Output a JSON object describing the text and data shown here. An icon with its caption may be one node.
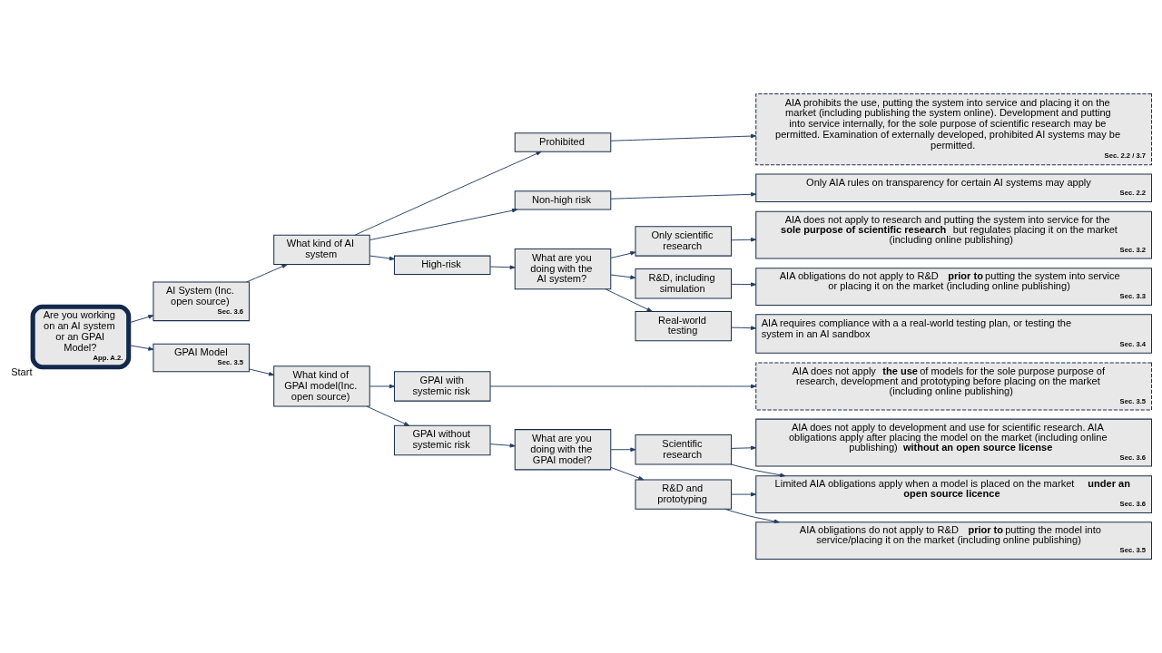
{
  "diagram": {
    "nodes": [
      {
        "text": [
          "What kind of AI system"
        ]
      },
      {
        "text": [
          "AI System (Inc. open source)",
          "Sec. 3.6"
        ]
      },
      {
        "text": [
          "Are you working on an AI system or an GPAI Model?",
          "App. A.2."
        ],
        "beside": [
          "Start"
        ]
      },
      {
        "text": [
          "GPAI Model",
          "Sec. 3.5"
        ]
      },
      {
        "text": [
          "What kind of GPAI model(Inc. open source)"
        ]
      },
      {
        "text": [
          "Prohibited"
        ]
      },
      {
        "text": [
          "Non-high risk"
        ]
      },
      {
        "text": [
          "High-risk"
        ]
      },
      {
        "text": [
          "GPAI with systemic risk"
        ]
      },
      {
        "text": [
          "GPAI without systemic risk"
        ]
      },
      {
        "text": [
          "What are you doing with the AI system?"
        ]
      },
      {
        "text": [
          "What are you doing with the GPAI model?"
        ]
      },
      {
        "text": [
          "Only scientific research"
        ]
      },
      {
        "text": [
          "R&D, including simulation"
        ]
      },
      {
        "text": [
          "Real-world testing"
        ]
      },
      {
        "text": [
          "Scientific research"
        ]
      },
      {
        "text": [
          "R&D and prototyping"
        ]
      },
      {
        "text": [
          "AIA prohibits the use, putting the system into service and placing it on the market (including publishing the system online). Development and putting into service internally, for the sole purpose of scientific research may be permitted. Examination of externally developed, prohibited AI systems may be permitted.",
          "Sec. 2.2 / 3.7"
        ]
      },
      {
        "text": [
          "Only AIA rules on transparency for certain AI systems may apply",
          "Sec. 2.2"
        ]
      },
      {
        "text": [
          "AIA does not apply to research and putting the system into service for the **sole purpose of scientific research** but regulates placing it on the market (including online publishing)",
          "Sec. 3.2"
        ]
      },
      {
        "text": [
          "AIA obligations do not apply to R&D **prior to** putting the system into service or placing it on the market (including online publishing)",
          "Sec. 3.3"
        ]
      },
      {
        "text": [
          "AIA requires compliance with a a real-world testing plan, or testing the system in an AI sandbox",
          "Sec. 3.4"
        ]
      },
      {
        "text": [
          "AIA does not apply **the use** of models for the sole purpose purpose of research, development and prototyping before placing on the market (including online publishing)",
          "Sec. 3.5"
        ]
      },
      {
        "text": [
          "AIA does not apply to development and use for scientific research. AIA obligations apply after placing the model on the market (including online publishing) **without an open source license**",
          "Sec. 3.6"
        ]
      },
      {
        "text": [
          "Limited AIA obligations apply when a model is placed on the market **under an open source licence**",
          "Sec. 3.6"
        ]
      },
      {
        "text": [
          "AIA obligations do not apply to R&D **prior to** putting the model into service/placing it on the market (including online publishing)",
          "Sec. 3.5"
        ]
      }
    ],
    "edges": [
      {
        "from": 2,
        "to": 1,
        "arrow": "to"
      },
      {
        "from": 1,
        "to": 0,
        "arrow": "to"
      },
      {
        "from": 2,
        "to": 3,
        "arrow": "to"
      },
      {
        "from": 3,
        "to": 4,
        "arrow": "to"
      },
      {
        "from": 0,
        "to": 5,
        "arrow": "to"
      },
      {
        "from": 0,
        "to": 6,
        "arrow": "to"
      },
      {
        "from": 0,
        "to": 7,
        "arrow": "to"
      },
      {
        "from": 4,
        "to": 8,
        "arrow": "to"
      },
      {
        "from": 4,
        "to": 9,
        "arrow": "to"
      },
      {
        "from": 5,
        "to": 17,
        "arrow": "to"
      },
      {
        "from": 6,
        "to": 18,
        "arrow": "to"
      },
      {
        "from": 7,
        "to": 10,
        "arrow": "to"
      },
      {
        "from": 10,
        "to": 12,
        "arrow": "to"
      },
      {
        "from": 10,
        "to": 13,
        "arrow": "to"
      },
      {
        "from": 10,
        "to": 14,
        "arrow": "to"
      },
      {
        "from": 12,
        "to": 19,
        "arrow": "to"
      },
      {
        "from": 13,
        "to": 20,
        "arrow": "to"
      },
      {
        "from": 14,
        "to": 21,
        "arrow": "to"
      },
      {
        "from": 8,
        "to": 22,
        "arrow": "to"
      },
      {
        "from": 9,
        "to": 11,
        "arrow": "to"
      },
      {
        "from": 11,
        "to": 15,
        "arrow": "to"
      },
      {
        "from": 11,
        "to": 16,
        "arrow": "to"
      },
      {
        "from": 15,
        "to": 23,
        "arrow": "to"
      },
      {
        "from": 15,
        "to": 24,
        "arrow": "to"
      },
      {
        "from": 16,
        "to": 24,
        "arrow": "to"
      },
      {
        "from": 16,
        "to": 25,
        "arrow": "to"
      }
    ]
  }
}
